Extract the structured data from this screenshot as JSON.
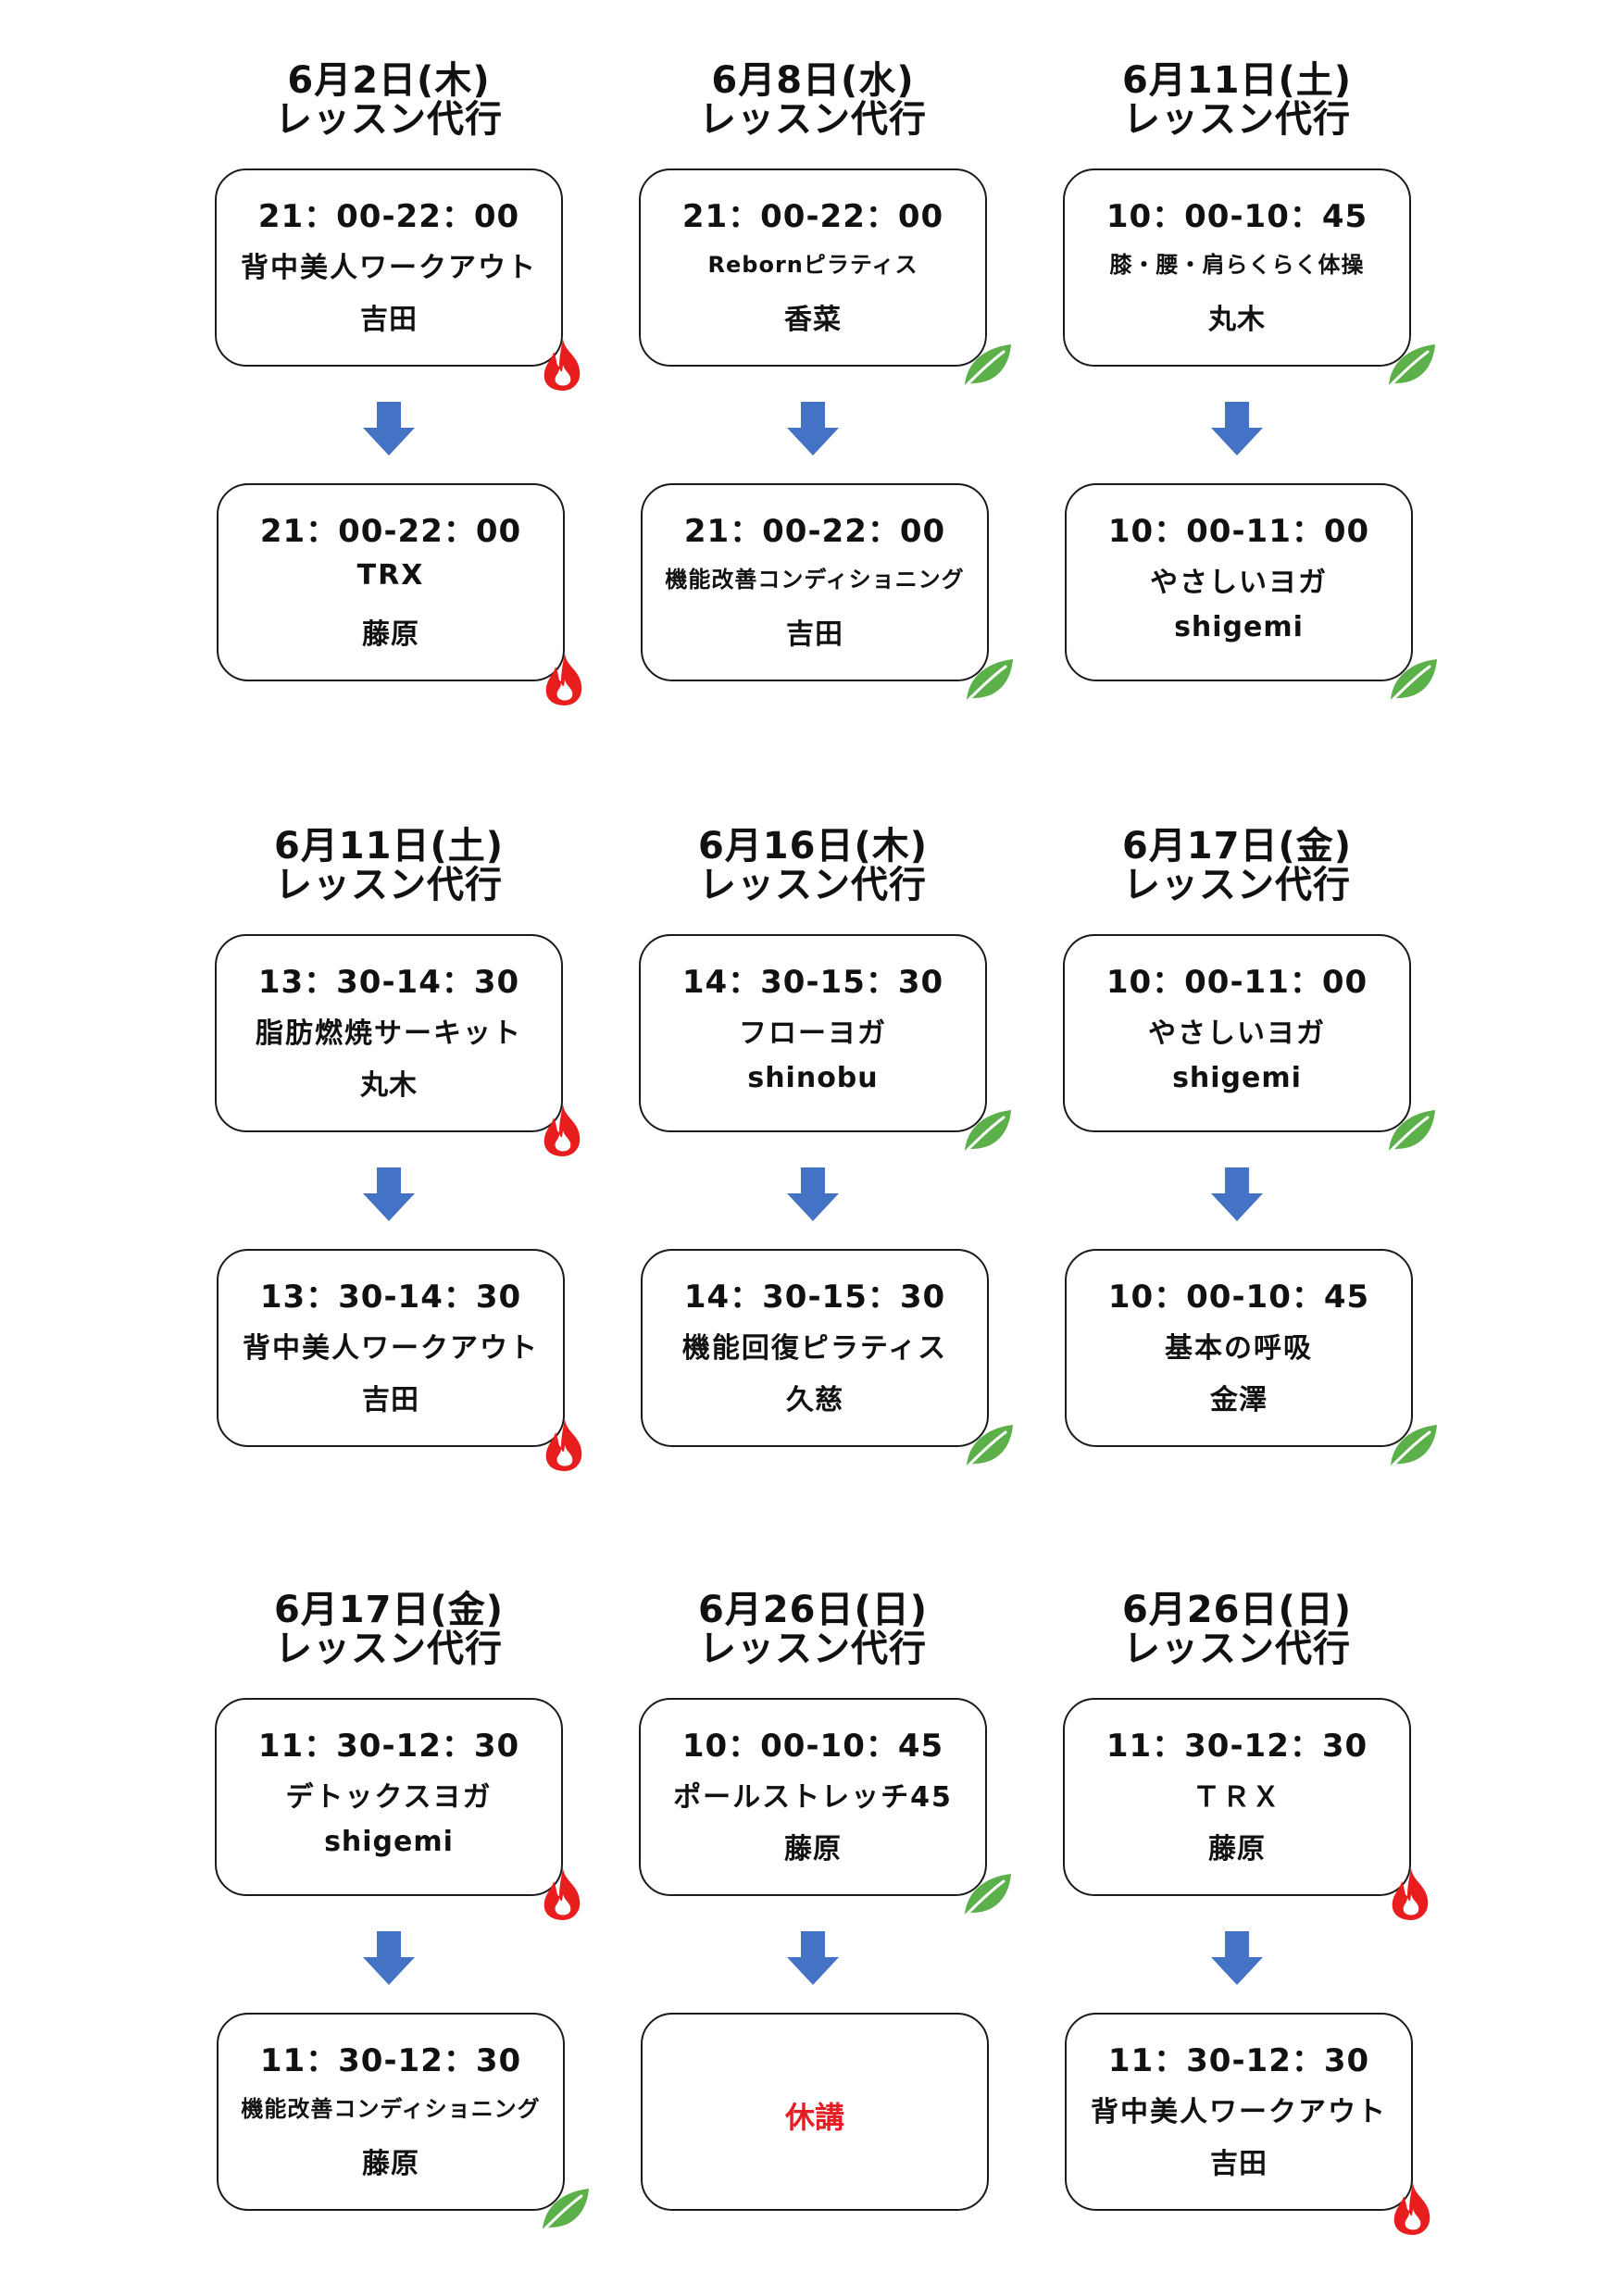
{
  "schedule": [
    {
      "date": "6月2日(木)",
      "subtitle": "レッスン代行",
      "before": {
        "time": "21：00-22：00",
        "lesson": "背中美人ワークアウト",
        "instructor": "吉田",
        "icon": "fire-icon"
      },
      "after": {
        "time": "21：00-22：00",
        "lesson": "TRX",
        "instructor": "藤原",
        "icon": "fire-icon"
      }
    },
    {
      "date": "6月8日(水)",
      "subtitle": "レッスン代行",
      "before": {
        "time": "21：00-22：00",
        "lesson": "Rebornピラティス",
        "instructor": "香菜",
        "icon": "leaf-icon"
      },
      "after": {
        "time": "21：00-22：00",
        "lesson": "機能改善コンディショニング",
        "instructor": "吉田",
        "icon": "leaf-icon"
      }
    },
    {
      "date": "6月11日(土)",
      "subtitle": "レッスン代行",
      "before": {
        "time": "10：00-10：45",
        "lesson": "膝・腰・肩らくらく体操",
        "instructor": "丸木",
        "icon": "leaf-icon"
      },
      "after": {
        "time": "10：00-11：00",
        "lesson": "やさしいヨガ",
        "instructor": "shigemi",
        "icon": "leaf-icon"
      }
    },
    {
      "date": "6月11日(土)",
      "subtitle": "レッスン代行",
      "before": {
        "time": "13：30-14：30",
        "lesson": "脂肪燃焼サーキット",
        "instructor": "丸木",
        "icon": "fire-icon"
      },
      "after": {
        "time": "13：30-14：30",
        "lesson": "背中美人ワークアウト",
        "instructor": "吉田",
        "icon": "fire-icon"
      }
    },
    {
      "date": "6月16日(木)",
      "subtitle": "レッスン代行",
      "before": {
        "time": "14：30-15：30",
        "lesson": "フローヨガ",
        "instructor": "shinobu",
        "icon": "leaf-icon"
      },
      "after": {
        "time": "14：30-15：30",
        "lesson": "機能回復ピラティス",
        "instructor": "久慈",
        "icon": "leaf-icon"
      }
    },
    {
      "date": "6月17日(金)",
      "subtitle": "レッスン代行",
      "before": {
        "time": "10：00-11：00",
        "lesson": "やさしいヨガ",
        "instructor": "shigemi",
        "icon": "leaf-icon"
      },
      "after": {
        "time": "10：00-10：45",
        "lesson": "基本の呼吸",
        "instructor": "金澤",
        "icon": "leaf-icon"
      }
    },
    {
      "date": "6月17日(金)",
      "subtitle": "レッスン代行",
      "before": {
        "time": "11：30-12：30",
        "lesson": "デトックスヨガ",
        "instructor": "shigemi",
        "icon": "fire-icon"
      },
      "after": {
        "time": "11：30-12：30",
        "lesson": "機能改善コンディショニング",
        "instructor": "藤原",
        "icon": "leaf-icon"
      }
    },
    {
      "date": "6月26日(日)",
      "subtitle": "レッスン代行",
      "before": {
        "time": "10：00-10：45",
        "lesson": "ポールストレッチ45",
        "instructor": "藤原",
        "icon": "leaf-icon"
      },
      "after": {
        "cancel": "休講"
      }
    },
    {
      "date": "6月26日(日)",
      "subtitle": "レッスン代行",
      "before": {
        "time": "11：30-12：30",
        "lesson": "ＴＲＸ",
        "instructor": "藤原",
        "icon": "fire-icon"
      },
      "after": {
        "time": "11：30-12：30",
        "lesson": "背中美人ワークアウト",
        "instructor": "吉田",
        "icon": "fire-icon"
      }
    }
  ],
  "colors": {
    "arrow": "#4472c4",
    "fire_outer": "#e81e1e",
    "leaf": "#5bb04a",
    "cancel": "#e31e24"
  }
}
